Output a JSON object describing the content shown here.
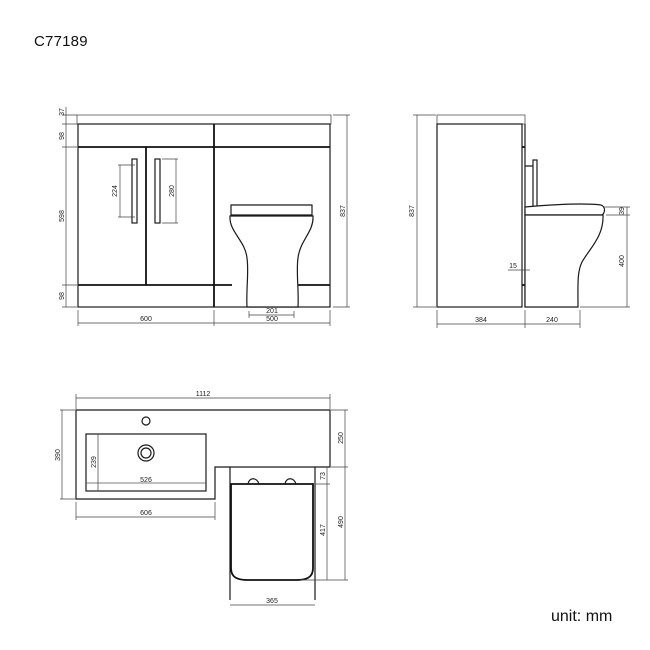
{
  "title": "C77189",
  "unit_label": "unit: mm",
  "front_view": {
    "dims": {
      "worktop_thickness": "37",
      "top_rail": "98",
      "door_height": "598",
      "plinth": "98",
      "handle_centres": "224",
      "handle_length": "280",
      "overall_height": "837",
      "vanity_width": "600",
      "wc_unit_width": "500",
      "pan_base_width": "201"
    }
  },
  "side_view": {
    "dims": {
      "overall_height": "837",
      "cabinet_depth": "384",
      "pan_projection": "240",
      "seat_thickness": "39",
      "pan_height": "400",
      "door_thickness": "15"
    }
  },
  "plan_view": {
    "dims": {
      "overall_width": "1112",
      "basin_depth": "390",
      "inner_basin_depth": "239",
      "inner_basin_width": "526",
      "basin_unit_width": "606",
      "wc_top_depth": "250",
      "pan_offset": "73",
      "pan_length": "417",
      "wc_total_depth": "490",
      "pan_width": "365"
    }
  },
  "colors": {
    "line": "#1a1a1a",
    "dimension_line": "#444444",
    "background": "#ffffff"
  }
}
